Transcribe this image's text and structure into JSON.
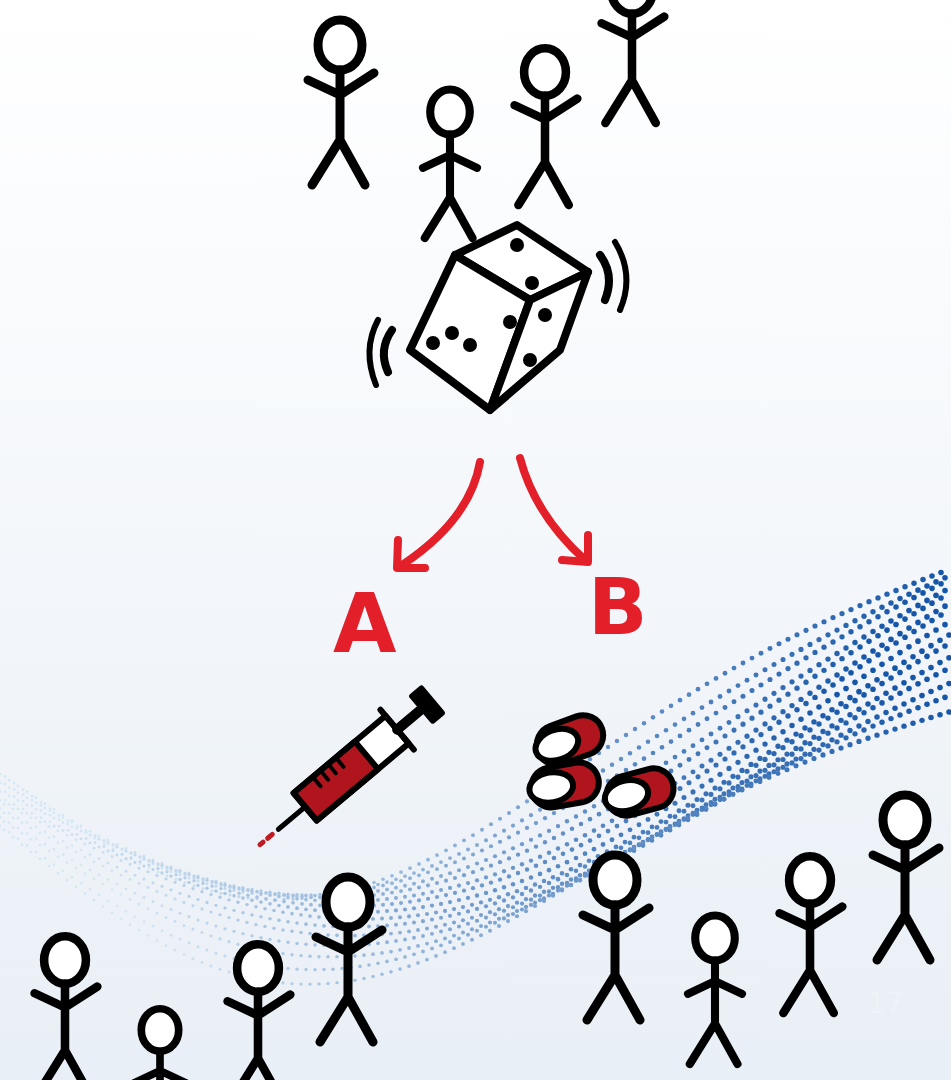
{
  "diagram": {
    "labels": [
      "A",
      "B",
      "17"
    ]
  }
}
